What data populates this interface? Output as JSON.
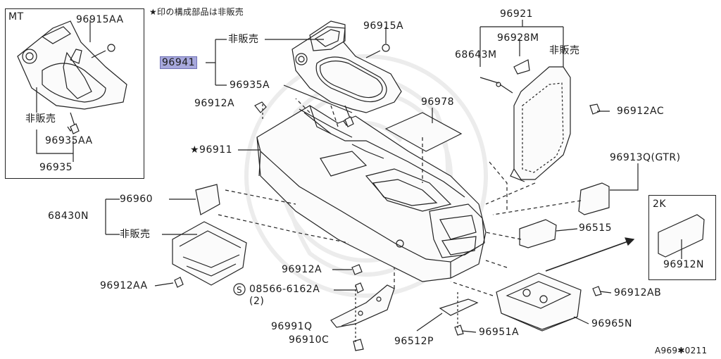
{
  "header_note": "★印の構成部品は非販売",
  "diagram_code": "A969✱0211",
  "inset_mt": {
    "title": "MT",
    "parts": [
      "96915AA",
      "非販売",
      "96935AA",
      "96935"
    ]
  },
  "inset_2k": {
    "title": "2K",
    "part": "96912N"
  },
  "selected_part": "96941",
  "parts": {
    "p96915A": "96915A",
    "p_nonsale_top": "非販売",
    "p96935A": "96935A",
    "p96912A_top": "96912A",
    "p96978": "96978",
    "p96911": "★96911",
    "p96921": "96921",
    "p96928M": "96928M",
    "p68643M": "68643M",
    "p_nonsale_right": "非販売",
    "p96912AC": "96912AC",
    "p96913Q": "96913Q(GTR)",
    "p96515": "96515",
    "p96960": "96960",
    "p68430N": "68430N",
    "p_nonsale_left": "非販売",
    "p96912A_mid": "96912A",
    "p96912AA": "96912AA",
    "p08566": "08566-6162A",
    "p08566_qty": "(2)",
    "p08566_sym": "S",
    "p96912AB": "96912AB",
    "p96991Q": "96991Q",
    "p96910C": "96910C",
    "p96512P": "96512P",
    "p96951A": "96951A",
    "p96965N": "96965N"
  }
}
